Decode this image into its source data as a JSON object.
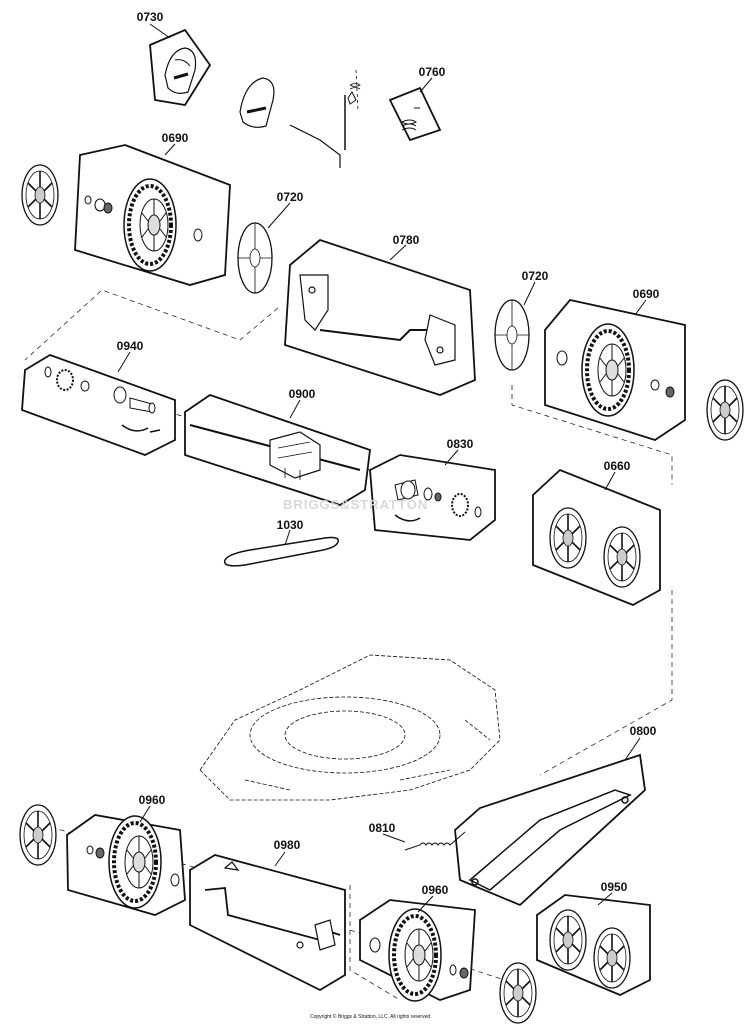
{
  "watermark": "BRIGGS&STRATTON",
  "copyright": "Copyright © Briggs & Stratton, LLC. All rights reserved.",
  "callouts": [
    {
      "id": "0730",
      "label": "0730"
    },
    {
      "id": "0760",
      "label": "0760"
    },
    {
      "id": "0690a",
      "label": "0690"
    },
    {
      "id": "0720a",
      "label": "0720"
    },
    {
      "id": "0780",
      "label": "0780"
    },
    {
      "id": "0720b",
      "label": "0720"
    },
    {
      "id": "0690b",
      "label": "0690"
    },
    {
      "id": "0940",
      "label": "0940"
    },
    {
      "id": "0900",
      "label": "0900"
    },
    {
      "id": "0830",
      "label": "0830"
    },
    {
      "id": "0660",
      "label": "0660"
    },
    {
      "id": "1030",
      "label": "1030"
    },
    {
      "id": "0800",
      "label": "0800"
    },
    {
      "id": "0960a",
      "label": "0960"
    },
    {
      "id": "0980",
      "label": "0980"
    },
    {
      "id": "0810",
      "label": "0810"
    },
    {
      "id": "0960b",
      "label": "0960"
    },
    {
      "id": "0950",
      "label": "0950"
    }
  ]
}
